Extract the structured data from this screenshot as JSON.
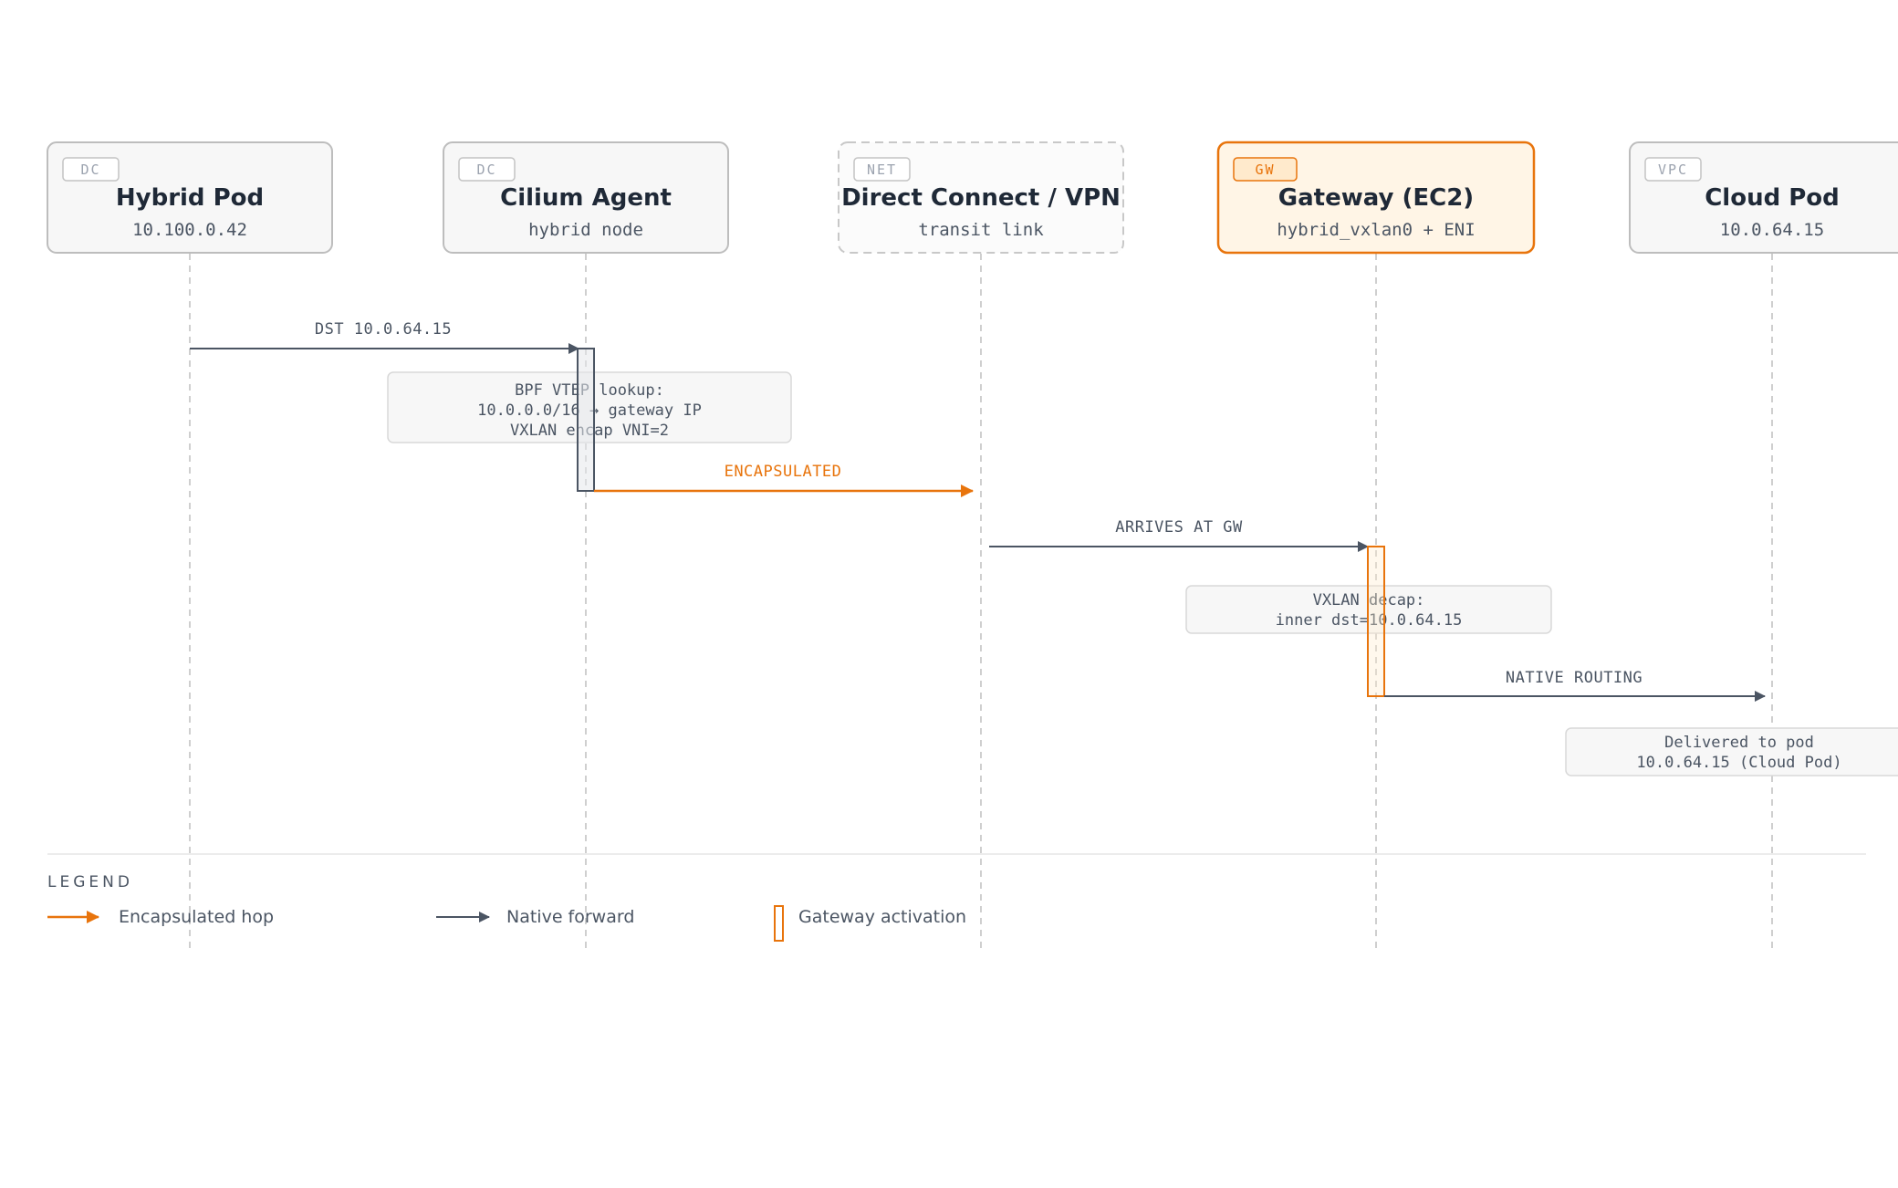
{
  "participants": [
    {
      "tag": "DC",
      "title": "Hybrid Pod",
      "subtitle": "10.100.0.42"
    },
    {
      "tag": "DC",
      "title": "Cilium Agent",
      "subtitle": "hybrid node"
    },
    {
      "tag": "NET",
      "title": "Direct Connect / VPN",
      "subtitle": "transit link"
    },
    {
      "tag": "GW",
      "title": "Gateway (EC2)",
      "subtitle": "hybrid_vxlan0 + ENI"
    },
    {
      "tag": "VPC",
      "title": "Cloud Pod",
      "subtitle": "10.0.64.15"
    }
  ],
  "messages": [
    {
      "label": "DST 10.0.64.15",
      "from": 0,
      "to": 1,
      "kind": "native"
    },
    {
      "label": "ENCAPSULATED",
      "from": 1,
      "to": 2,
      "kind": "encapsulated"
    },
    {
      "label": "ARRIVES AT GW",
      "from": 2,
      "to": 3,
      "kind": "native"
    },
    {
      "label": "NATIVE ROUTING",
      "from": 3,
      "to": 4,
      "kind": "native"
    }
  ],
  "notes": [
    {
      "lines": [
        "BPF VTEP lookup:",
        "10.0.0.0/16 → gateway IP",
        "VXLAN encap VNI=2"
      ]
    },
    {
      "lines": [
        "VXLAN decap:",
        "inner dst=10.0.64.15"
      ]
    },
    {
      "lines": [
        "Delivered to pod",
        "10.0.64.15 (Cloud Pod)"
      ]
    }
  ],
  "legend": {
    "title": "LEGEND",
    "items": [
      {
        "label": "Encapsulated hop"
      },
      {
        "label": "Native forward"
      },
      {
        "label": "Gateway activation"
      }
    ]
  },
  "colors": {
    "accent": "#e8740c",
    "native": "#4b5563",
    "box_fill": "#f7f7f7",
    "box_stroke": "#bdbdbd",
    "gateway_fill": "#fff5e6"
  }
}
